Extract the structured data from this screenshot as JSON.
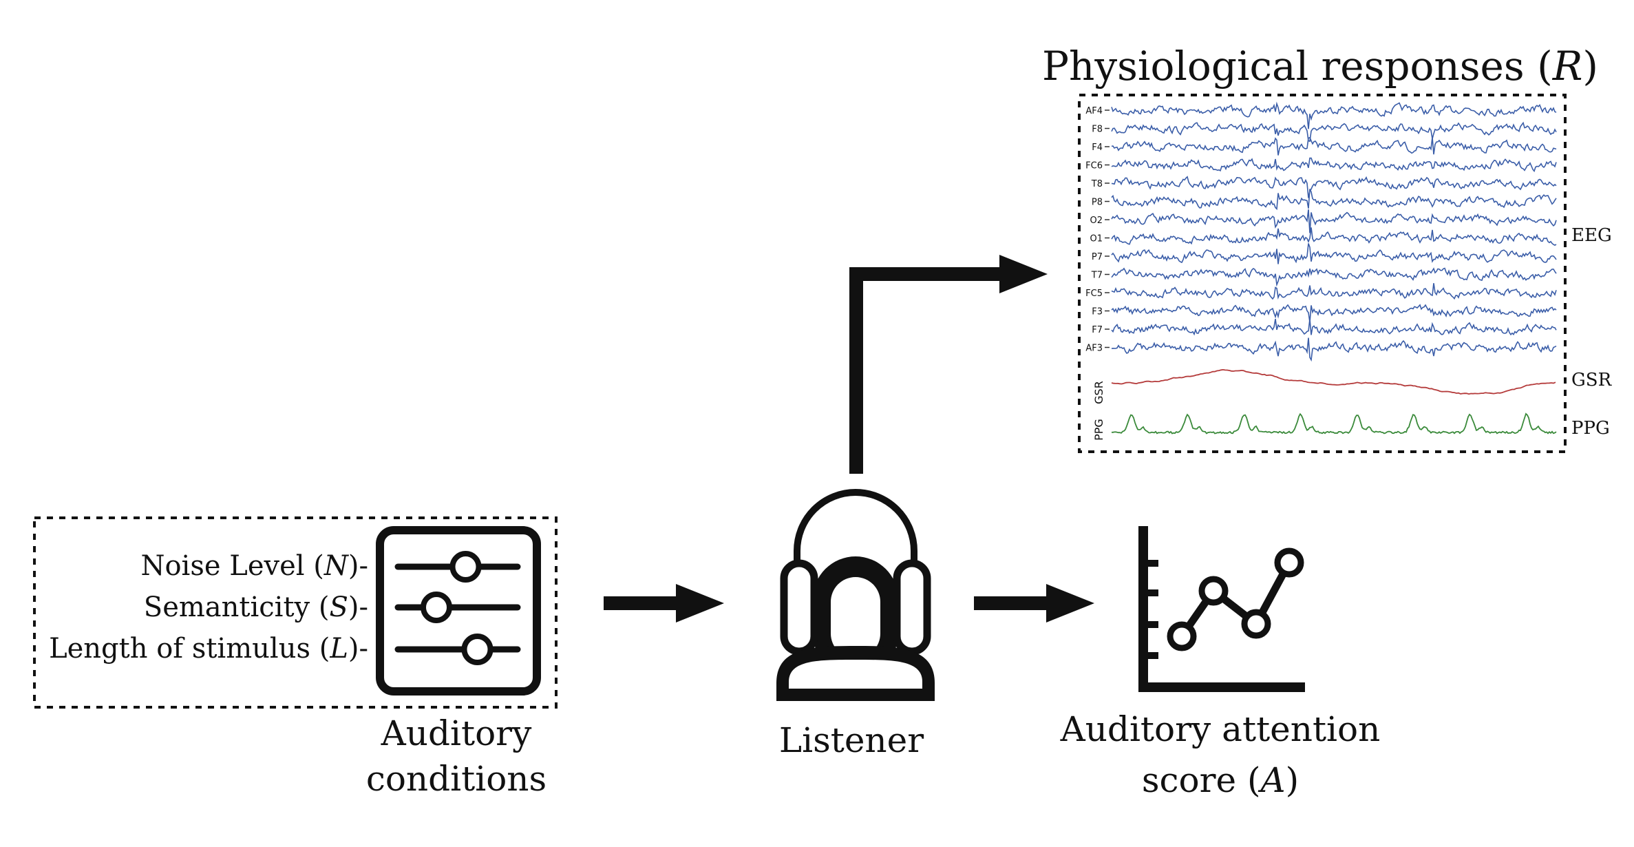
{
  "diagram": {
    "physio": {
      "title_prefix": "Physiological responses (",
      "title_var": "R",
      "title_suffix": ")",
      "eeg_channels": [
        "AF4",
        "F8",
        "F4",
        "FC6",
        "T8",
        "P8",
        "O2",
        "O1",
        "P7",
        "T7",
        "FC5",
        "F3",
        "F7",
        "AF3"
      ],
      "eeg_group_label": "EEG",
      "gsr_label": "GSR",
      "ppg_label": "PPG",
      "gsr_axis_label": "GSR",
      "ppg_axis_label": "PPG",
      "colors": {
        "eeg": "#3a5da8",
        "gsr": "#b43a3a",
        "ppg": "#3a8a3a"
      }
    },
    "conditions": {
      "noise_prefix": "Noise Level (",
      "noise_var": "N",
      "semanticity_prefix": "Semanticity (",
      "semanticity_var": "S",
      "length_prefix": "Length of stimulus (",
      "length_var": "L",
      "close": ")-",
      "slider_levels": [
        0.45,
        0.2,
        0.55
      ],
      "caption_line1": "Auditory",
      "caption_line2": "conditions"
    },
    "listener": {
      "caption": "Listener"
    },
    "score": {
      "caption_line1": "Auditory attention",
      "caption_line2_prefix": "score (",
      "caption_line2_var": "A",
      "caption_line2_suffix": ")"
    }
  }
}
